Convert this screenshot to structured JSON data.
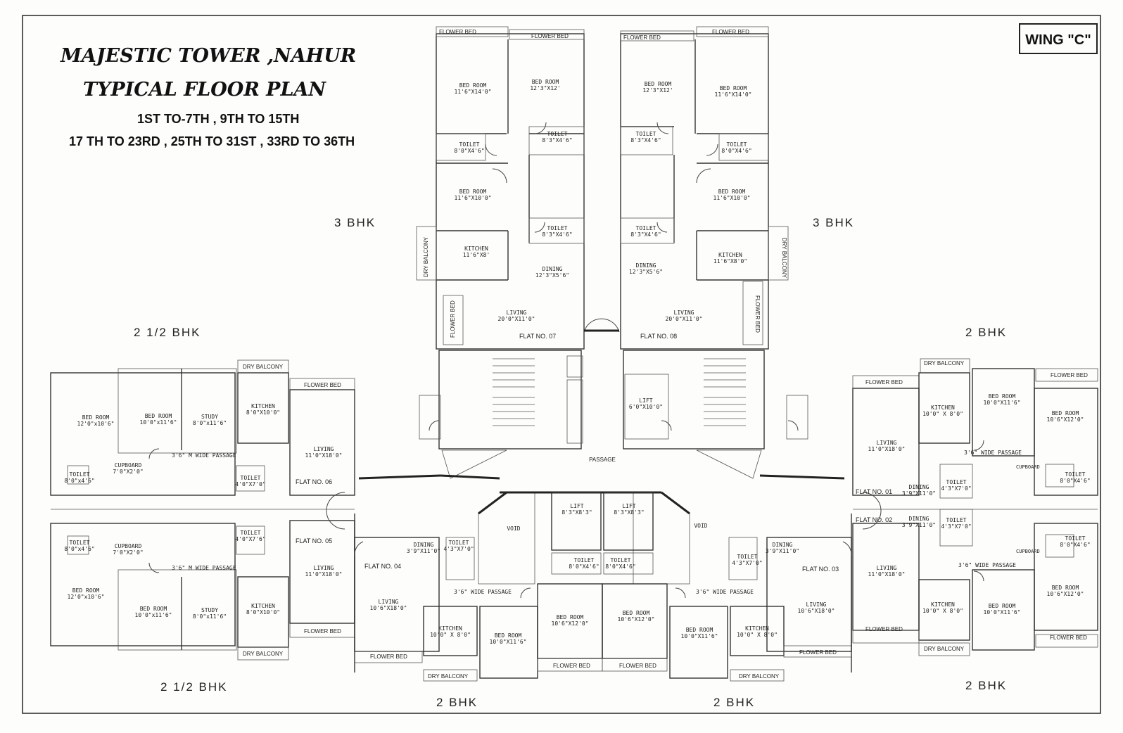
{
  "title": {
    "line1": "MAJESTIC TOWER ,NAHUR",
    "line2": "TYPICAL FLOOR PLAN",
    "floors1": "1ST TO-7TH , 9TH TO 15TH",
    "floors2": "17 TH TO 23RD , 25TH TO 31ST , 33RD TO 36TH"
  },
  "wing": "WING \"C\"",
  "bhk_labels": {
    "three_left": "3 BHK",
    "three_right": "3 BHK",
    "two_half_top": "2 1/2 BHK",
    "two_half_bottom": "2 1/2 BHK",
    "two_right_top": "2 BHK",
    "two_right_bottom": "2 BHK",
    "two_bottom_left": "2 BHK",
    "two_bottom_right": "2 BHK"
  },
  "flat07": {
    "flower1": "FLOWER BED",
    "flower2": "FLOWER BED",
    "bed1": "BED ROOM",
    "bed1_dim": "11'6\"X14'0\"",
    "bed2": "BED ROOM",
    "bed2_dim": "12'3\"X12'",
    "toilet1": "TOILET",
    "toilet1_dim": "8'0\"X4'6\"",
    "toilet2": "TOILET",
    "toilet2_dim": "8'3\"X4'6\"",
    "bed3": "BED ROOM",
    "bed3_dim": "11'6\"X10'0\"",
    "toilet3": "TOILET",
    "toilet3_dim": "8'3\"X4'6\"",
    "kitchen": "KITCHEN",
    "kitchen_dim": "11'6\"X8'",
    "dining": "DINING",
    "dining_dim": "12'3\"X5'6\"",
    "living": "LIVING",
    "living_dim": "20'0\"X11'0\"",
    "dry": "DRY BALCONY",
    "flower3": "FLOWER BED",
    "flat": "FLAT NO. 07"
  },
  "flat08": {
    "flower1": "FLOWER BED",
    "flower2": "FLOWER BED",
    "bed1": "BED ROOM",
    "bed1_dim": "12'3\"X12'",
    "bed2": "BED ROOM",
    "bed2_dim": "11'6\"X14'0\"",
    "toilet1": "TOILET",
    "toilet1_dim": "8'3\"X4'6\"",
    "toilet2": "TOILET",
    "toilet2_dim": "8'0\"X4'6\"",
    "bed3": "BED ROOM",
    "bed3_dim": "11'6\"X10'0\"",
    "toilet3": "TOILET",
    "toilet3_dim": "8'3\"X4'6\"",
    "kitchen": "KITCHEN",
    "kitchen_dim": "11'6\"X8'0\"",
    "dining": "DINING",
    "dining_dim": "12'3\"X5'6\"",
    "living": "LIVING",
    "living_dim": "20'0\"X11'0\"",
    "dry": "DRY BALCONY",
    "flower3": "FLOWER BED",
    "flat": "FLAT NO. 08"
  },
  "flat06": {
    "bed1": "BED ROOM",
    "bed1_dim": "12'0\"x10'6\"",
    "bed2": "BED ROOM",
    "bed2_dim": "10'0\"x11'6\"",
    "study": "STUDY",
    "study_dim": "8'0\"x11'6\"",
    "kitchen": "KITCHEN",
    "kitchen_dim": "8'0\"X10'0\"",
    "dry": "DRY BALCONY",
    "flower": "FLOWER BED",
    "passage": "3'6\" M WIDE PASSAGE",
    "living": "LIVING",
    "living_dim": "11'0\"X18'0\"",
    "toilet1": "TOILET",
    "toilet1_dim": "8'0\"x4'6\"",
    "cupboard": "CUPBOARD",
    "cupboard_dim": "7'0\"X2'0\"",
    "toilet2": "TOILET",
    "toilet2_dim": "4'0\"X7'0\"",
    "flat": "FLAT NO. 06"
  },
  "flat05": {
    "toilet1": "TOILET",
    "toilet1_dim": "8'0\"x4'6\"",
    "cupboard": "CUPBOARD",
    "cupboard_dim": "7'0\"X2'0\"",
    "toilet2": "TOILET",
    "toilet2_dim": "4'0\"X7'6\"",
    "passage": "3'6\" M WIDE PASSAGE",
    "bed1": "BED ROOM",
    "bed1_dim": "12'0\"x10'6\"",
    "bed2": "BED ROOM",
    "bed2_dim": "10'0\"x11'6\"",
    "study": "STUDY",
    "study_dim": "8'0\"x11'6\"",
    "kitchen": "KITCHEN",
    "kitchen_dim": "8'0\"X10'0\"",
    "living": "LIVING",
    "living_dim": "11'0\"X18'0\"",
    "flower": "FLOWER BED",
    "dry": "DRY BALCONY",
    "flat": "FLAT NO. 05"
  },
  "flat01": {
    "dry": "DRY BALCONY",
    "flower1": "FLOWER BED",
    "flower2": "FLOWER BED",
    "kitchen": "KITCHEN",
    "kitchen_dim": "10'0\" X 8'0\"",
    "bed1": "BED ROOM",
    "bed1_dim": "10'0\"X11'6\"",
    "bed2": "BED ROOM",
    "bed2_dim": "10'6\"X12'0\"",
    "living": "LIVING",
    "living_dim": "11'0\"X18'0\"",
    "passage": "3'6\" WIDE PASSAGE",
    "cupboard": "CUPBOARD",
    "toilet1": "TOILET",
    "toilet1_dim": "4'3\"X7'0\"",
    "toilet2": "TOILET",
    "toilet2_dim": "8'0\"X4'6\"",
    "dining": "DINING",
    "dining_dim": "3'9\"X11'0\"",
    "flat": "FLAT NO. 01"
  },
  "flat02": {
    "flat": "FLAT NO. 02",
    "dining": "DINING",
    "dining_dim": "3'9\"X11'0\"",
    "toilet1": "TOILET",
    "toilet1_dim": "4'3\"X7'0\"",
    "toilet2": "TOILET",
    "toilet2_dim": "8'0\"X4'6\"",
    "cupboard": "CUPBOARD",
    "passage": "3'6\" WIDE PASSAGE",
    "living": "LIVING",
    "living_dim": "11'0\"X18'0\"",
    "bed2": "BED ROOM",
    "bed2_dim": "10'6\"X12'0\"",
    "kitchen": "KITCHEN",
    "kitchen_dim": "10'0\" X 8'0\"",
    "bed1": "BED ROOM",
    "bed1_dim": "10'0\"X11'6\"",
    "flower1": "FLOWER BED",
    "flower2": "FLOWER BED",
    "dry": "DRY BALCONY"
  },
  "flat04": {
    "flat": "FLAT NO. 04",
    "dining": "DINING",
    "dining_dim": "3'9\"X11'0\"",
    "toilet1": "TOILET",
    "toilet1_dim": "4'3\"X7'0\"",
    "void": "VOID",
    "passage": "3'6\" WIDE PASSAGE",
    "toilet2": "TOILET",
    "toilet2_dim": "8'0\"X4'6\"",
    "living": "LIVING",
    "living_dim": "10'6\"X18'0\"",
    "kitchen": "KITCHEN",
    "kitchen_dim": "10'0\" X 8'0\"",
    "bed1": "BED ROOM",
    "bed1_dim": "10'0\"X11'6\"",
    "bed2": "BED ROOM",
    "bed2_dim": "10'6\"X12'0\"",
    "flower1": "FLOWER BED",
    "flower2": "FLOWER BED",
    "dry": "DRY BALCONY"
  },
  "flat03": {
    "flat": "FLAT NO. 03",
    "dining": "DINING",
    "dining_dim": "3'9\"X11'0\"",
    "toilet1": "TOILET",
    "toilet1_dim": "4'3\"X7'0\"",
    "void": "VOID",
    "passage": "3'6\" WIDE PASSAGE",
    "toilet2": "TOILET",
    "toilet2_dim": "8'0\"X4'6\"",
    "living": "LIVING",
    "living_dim": "10'6\"X18'0\"",
    "kitchen": "KITCHEN",
    "kitchen_dim": "10'0\" X 8'0\"",
    "bed1": "BED ROOM",
    "bed1_dim": "10'0\"X11'6\"",
    "bed2": "BED ROOM",
    "bed2_dim": "10'6\"X12'0\"",
    "flower1": "FLOWER BED",
    "flower2": "FLOWER BED",
    "dry": "DRY BALCONY"
  },
  "core": {
    "lift_top": "LIFT",
    "lift_top_dim": "6'0\"X10'0\"",
    "passage": "PASSAGE",
    "lift1": "LIFT",
    "lift1_dim": "8'3\"X8'3\"",
    "lift2": "LIFT",
    "lift2_dim": "8'3\"X8'3\""
  }
}
